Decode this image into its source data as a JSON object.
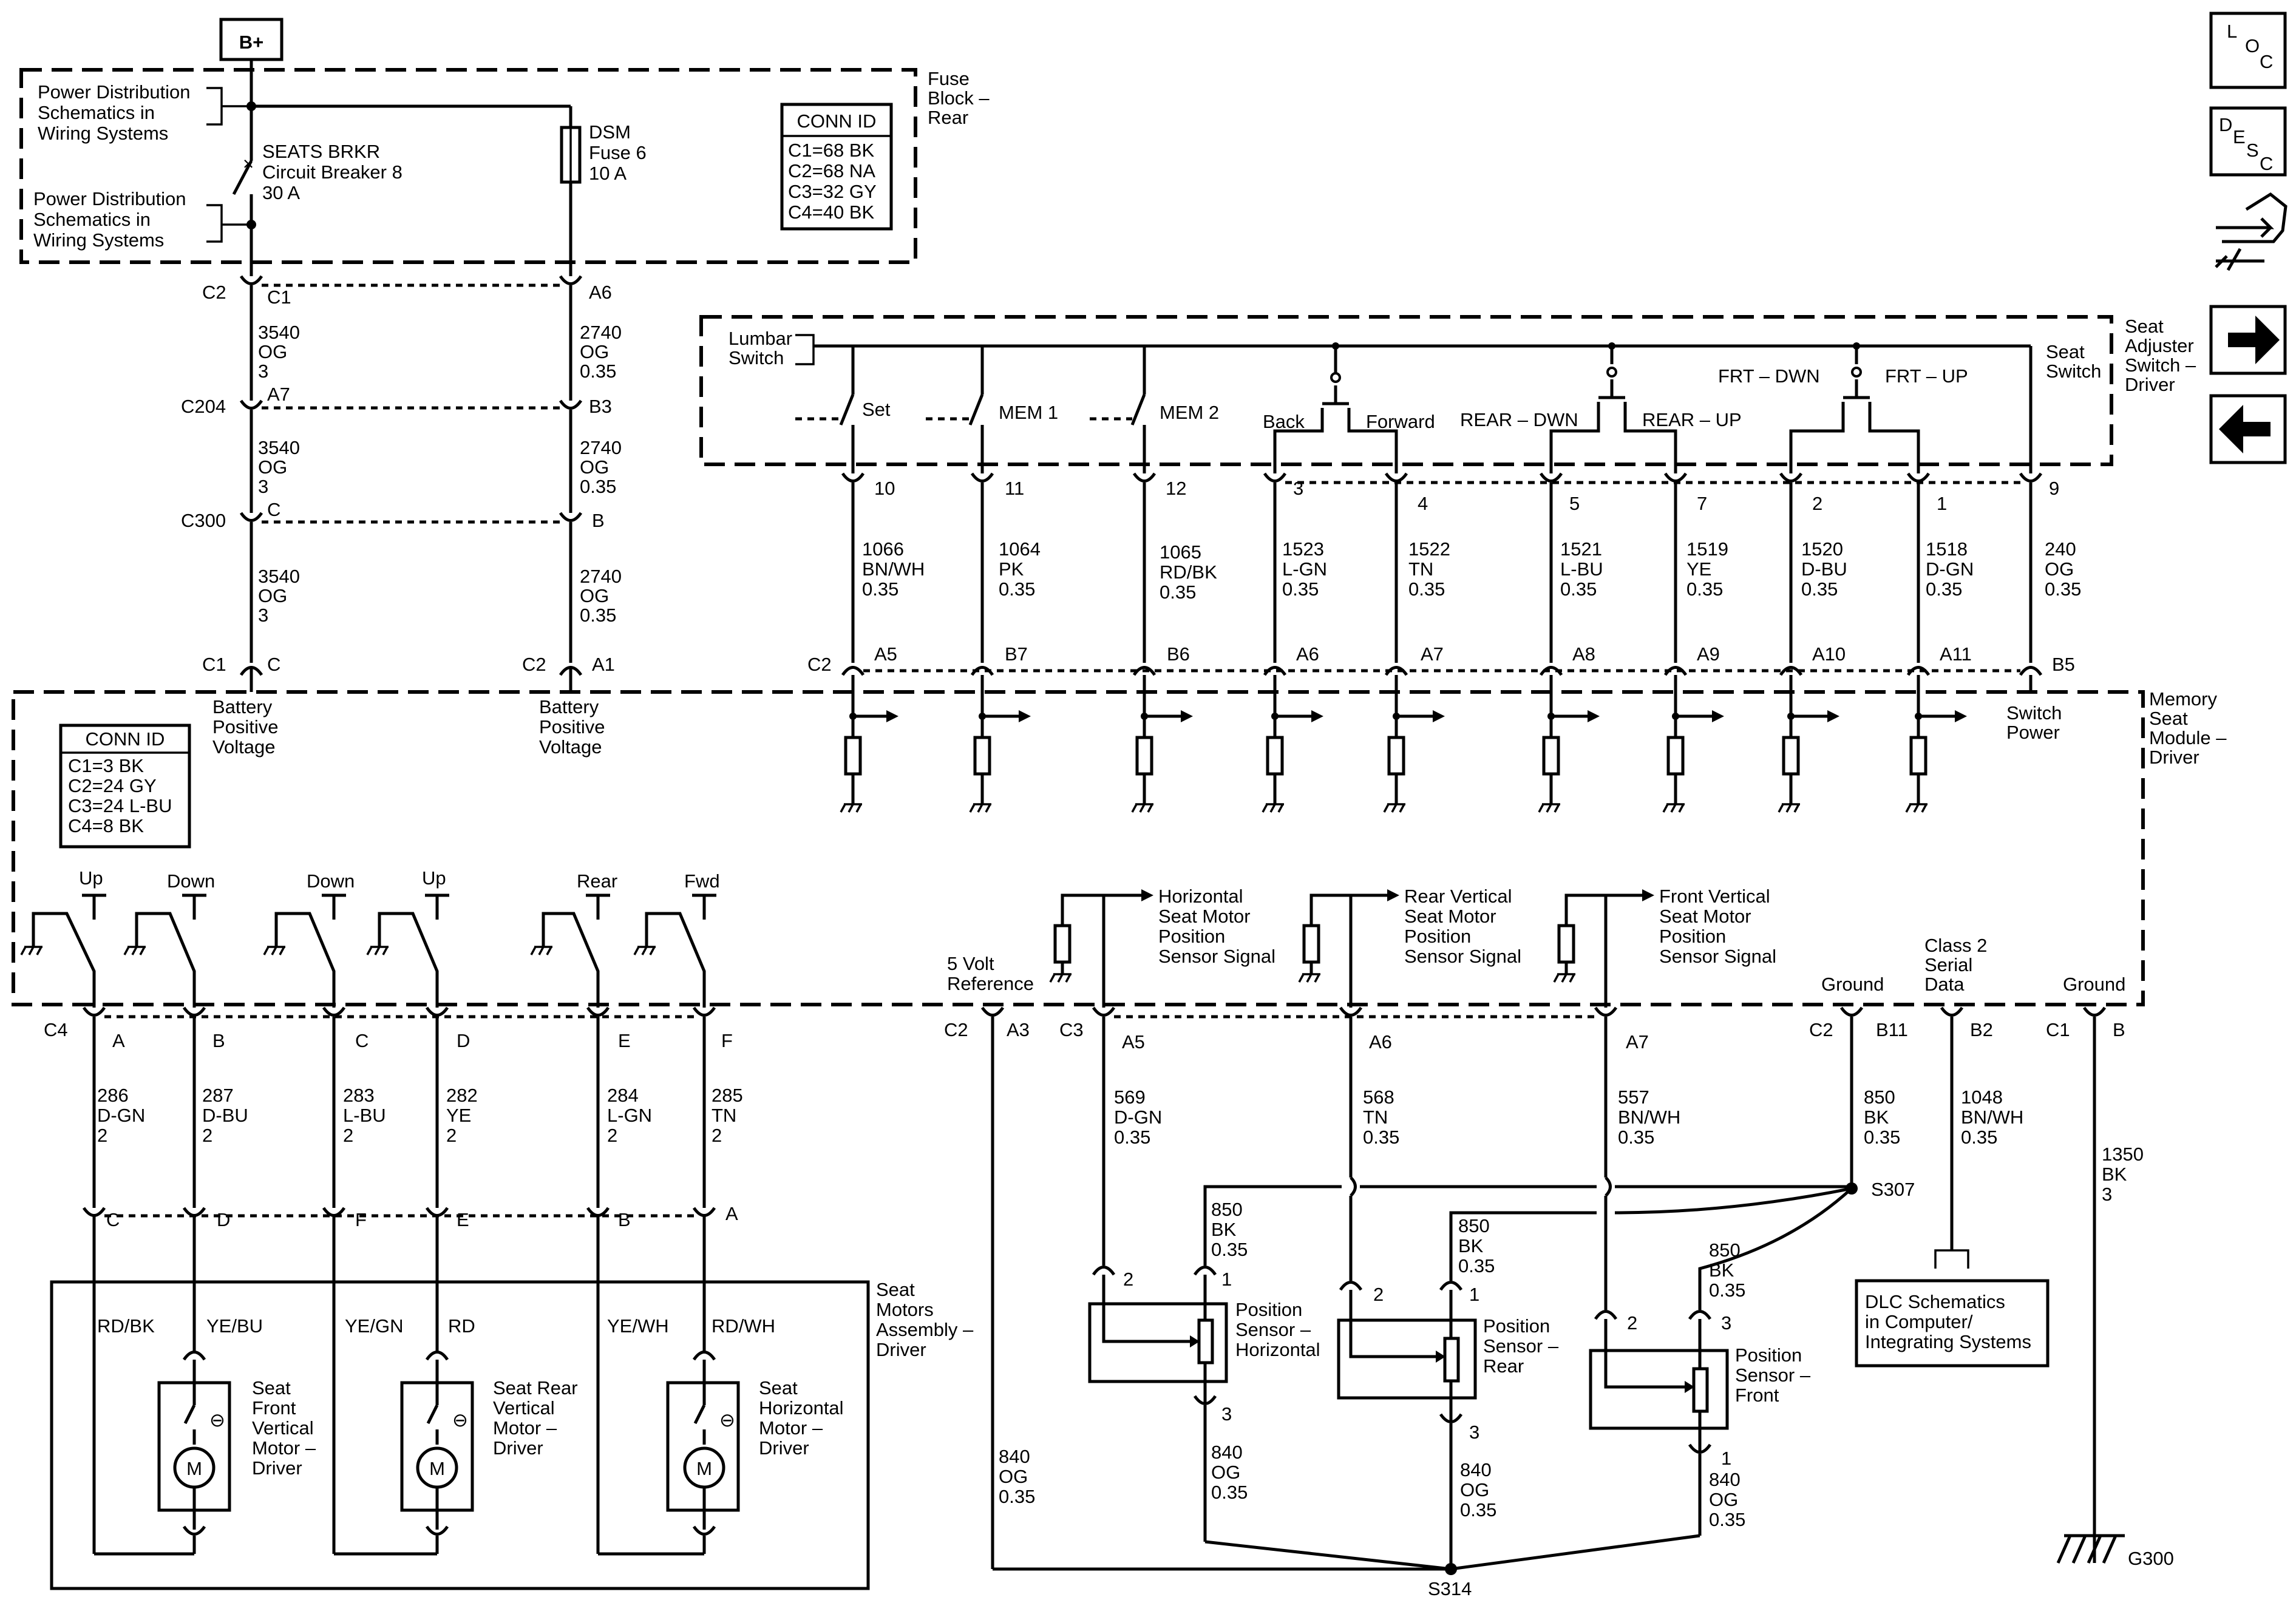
{
  "battery": "B+",
  "power_distribution": "Power Distribution Schematics in Wiring Systems",
  "seats_brkr": {
    "name": "SEATS BRKR",
    "device": "Circuit Breaker 8",
    "rating": "30 A"
  },
  "dsm_fuse": {
    "name": "DSM",
    "device": "Fuse 6",
    "rating": "10 A"
  },
  "fuse_block": "Fuse Block – Rear",
  "fuse_conn_id": {
    "title": "CONN ID",
    "lines": [
      "C1=68 BK",
      "C2=68 NA",
      "C3=32 GY",
      "C4=40 BK"
    ]
  },
  "mem_conn_id": {
    "title": "CONN ID",
    "lines": [
      "C1=3 BK",
      "C2=24 GY",
      "C3=24 L-BU",
      "C4=8 BK"
    ]
  },
  "left_circuits": {
    "brkr": [
      "3540",
      "OG",
      "3"
    ],
    "fuse": [
      "2740",
      "OG",
      "0.35"
    ]
  },
  "connectors": {
    "c2_fb": "C2",
    "c1_fb": "C1",
    "a6_fb": "A6",
    "c204": "C204",
    "a7": "A7",
    "b3": "B3",
    "c300": "C300",
    "c_300": "C",
    "b_300": "B",
    "c1_m": "C1",
    "c_m": "C",
    "c2_m": "C2",
    "a1_m": "A1",
    "c2_sw": "C2"
  },
  "battery_positive": "Battery Positive Voltage",
  "seat_adjuster": {
    "title": "Seat Adjuster Switch – Driver",
    "lumbar": "Lumbar Switch",
    "seat_switch": "Seat Switch",
    "labels": {
      "set": "Set",
      "mem1": "MEM 1",
      "mem2": "MEM 2",
      "back": "Back",
      "forward": "Forward",
      "rear_dwn": "REAR – DWN",
      "rear_up": "REAR – UP",
      "frt_dwn": "FRT – DWN",
      "frt_up": "FRT – UP"
    }
  },
  "switch_circuits": [
    {
      "pin": "10",
      "cnum": "1066",
      "color": "BN/WH",
      "gauge": "0.35",
      "mpin": "A5"
    },
    {
      "pin": "11",
      "cnum": "1064",
      "color": "PK",
      "gauge": "0.35",
      "mpin": "B7"
    },
    {
      "pin": "12",
      "cnum": "1065",
      "color": "RD/BK",
      "gauge": "0.35",
      "mpin": "B6"
    },
    {
      "pin": "3",
      "cnum": "1523",
      "color": "L-GN",
      "gauge": "0.35",
      "mpin": "A6"
    },
    {
      "pin": "4",
      "cnum": "1522",
      "color": "TN",
      "gauge": "0.35",
      "mpin": "A7"
    },
    {
      "pin": "5",
      "cnum": "1521",
      "color": "L-BU",
      "gauge": "0.35",
      "mpin": "A8"
    },
    {
      "pin": "7",
      "cnum": "1519",
      "color": "YE",
      "gauge": "0.35",
      "mpin": "A9"
    },
    {
      "pin": "2",
      "cnum": "1520",
      "color": "D-BU",
      "gauge": "0.35",
      "mpin": "A10"
    },
    {
      "pin": "1",
      "cnum": "1518",
      "color": "D-GN",
      "gauge": "0.35",
      "mpin": "A11"
    },
    {
      "pin": "9",
      "cnum": "240",
      "color": "OG",
      "gauge": "0.35",
      "mpin": "B5"
    }
  ],
  "switch_power": "Switch Power",
  "memory_module": "Memory Seat Module – Driver",
  "relay_labels": {
    "up1": "Up",
    "down1": "Down",
    "down2": "Down",
    "up2": "Up",
    "rear": "Rear",
    "fwd": "Fwd"
  },
  "sensor_signals": {
    "horizontal": "Horizontal Seat Motor Position Sensor Signal",
    "rear": "Rear Vertical Seat Motor Position Sensor Signal",
    "front": "Front Vertical Seat Motor Position Sensor Signal"
  },
  "five_volt": "5 Volt Reference",
  "ground1": "Ground",
  "class2": "Class 2 Serial Data",
  "ground2": "Ground",
  "motor_circuits": [
    {
      "pin": "A",
      "cnum": "286",
      "color": "D-GN",
      "gauge": "2",
      "lower": "C",
      "wire": "RD/BK"
    },
    {
      "pin": "B",
      "cnum": "287",
      "color": "D-BU",
      "gauge": "2",
      "lower": "D",
      "wire": "YE/BU"
    },
    {
      "pin": "C",
      "cnum": "283",
      "color": "L-BU",
      "gauge": "2",
      "lower": "F",
      "wire": "YE/GN"
    },
    {
      "pin": "D",
      "cnum": "282",
      "color": "YE",
      "gauge": "2",
      "lower": "E",
      "wire": "RD"
    },
    {
      "pin": "E",
      "cnum": "284",
      "color": "L-GN",
      "gauge": "2",
      "lower": "B",
      "wire": "YE/WH"
    },
    {
      "pin": "F",
      "cnum": "285",
      "color": "TN",
      "gauge": "2",
      "lower": "A",
      "wire": "RD/WH"
    }
  ],
  "c4_label": "C4",
  "motors": {
    "front": "Seat Front Vertical Motor – Driver",
    "rear": "Seat Rear Vertical Motor – Driver",
    "horizontal": "Seat Horizontal Motor – Driver",
    "m": "M"
  },
  "seat_motors_assembly": "Seat Motors Assembly – Driver",
  "lower_pins": {
    "c2": "C2",
    "a3": "A3",
    "c3": "C3",
    "a5": "A5",
    "a6": "A6",
    "a7": "A7",
    "c2b": "C2",
    "b11": "B11",
    "b2": "B2",
    "c1": "C1",
    "b": "B"
  },
  "sensor_circuits": {
    "h": [
      "569",
      "D-GN",
      "0.35"
    ],
    "r": [
      "568",
      "TN",
      "0.35"
    ],
    "f": [
      "557",
      "BN/WH",
      "0.35"
    ],
    "gnd": [
      "850",
      "BK",
      "0.35"
    ],
    "class2": [
      "1048",
      "BN/WH",
      "0.35"
    ],
    "g300": [
      "1350",
      "BK",
      "3"
    ],
    "gnd_h": [
      "850",
      "BK",
      "0.35"
    ],
    "gnd_r": [
      "850",
      "BK",
      "0.35"
    ],
    "gnd_f": [
      "850",
      "BK",
      "0.35"
    ],
    "og_l": [
      "840",
      "OG",
      "0.35"
    ],
    "og_h": [
      "840",
      "OG",
      "0.35"
    ],
    "og_r": [
      "840",
      "OG",
      "0.35"
    ],
    "og_f": [
      "840",
      "OG",
      "0.35"
    ]
  },
  "sensors": {
    "horizontal": "Position Sensor – Horizontal",
    "rear": "Position Sensor – Rear",
    "front": "Position Sensor – Front"
  },
  "sensor_pins": {
    "p2": "2",
    "p1": "1",
    "p3": "3"
  },
  "s307": "S307",
  "s314": "S314",
  "g300": "G300",
  "dlc": "DLC Schematics in Computer/ Integrating Systems",
  "side_buttons": {
    "loc": [
      "L",
      "O",
      "C"
    ],
    "desc": [
      "D",
      "E",
      "S",
      "C"
    ]
  },
  "icons": [
    "loc-icon",
    "desc-icon",
    "repair-tool-icon",
    "arrow-right-icon",
    "arrow-left-icon"
  ]
}
